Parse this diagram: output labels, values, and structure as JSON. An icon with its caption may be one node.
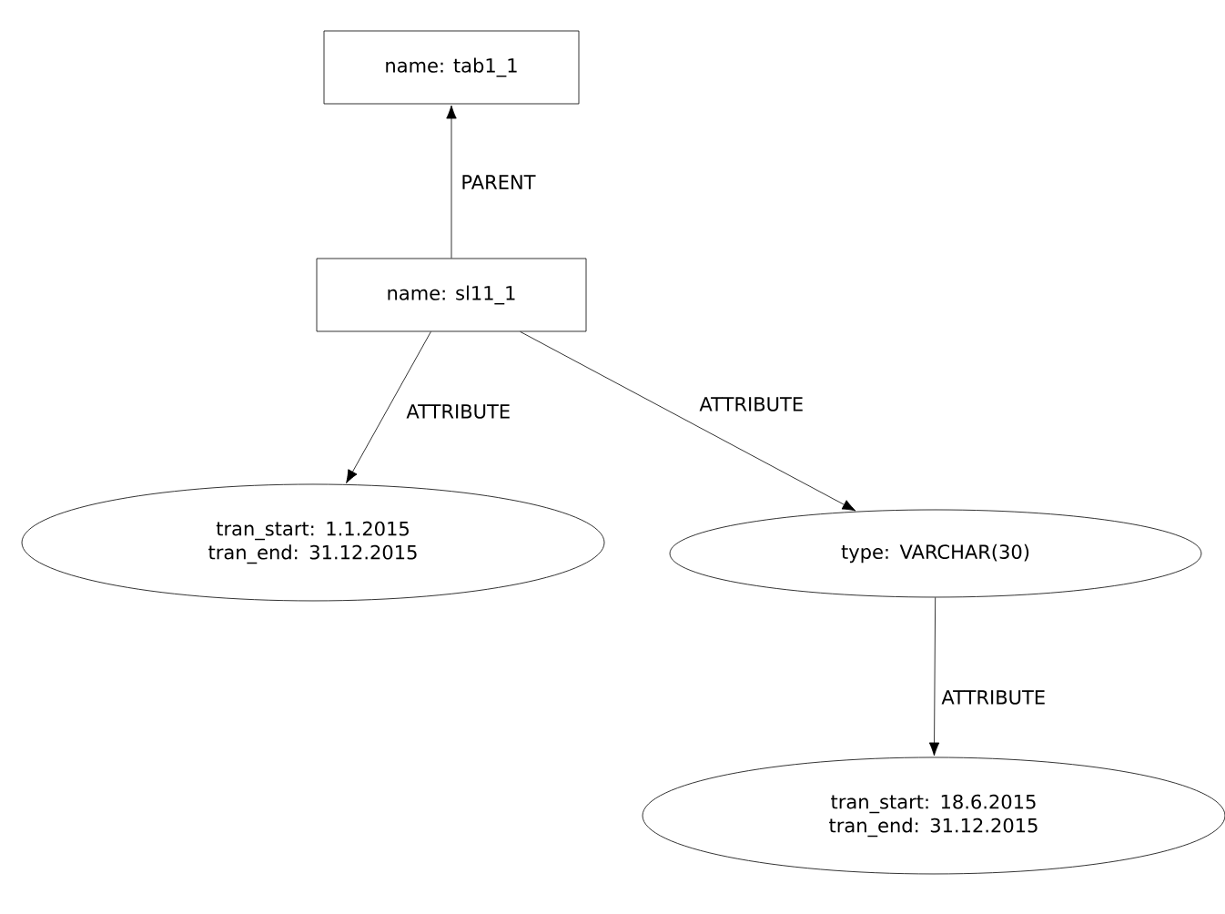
{
  "diagram": {
    "nodes": [
      {
        "text": [
          "name: tab1_1"
        ]
      },
      {
        "text": [
          "name: sl11_1"
        ]
      },
      {
        "text": [
          "tran_start: 1.1.2015 tran_end: 31.12.2015"
        ]
      },
      {
        "text": [
          "type: VARCHAR(30)"
        ]
      },
      {
        "text": [
          "tran_start: 18.6.2015 tran_end: 31.12.2015"
        ]
      }
    ],
    "edges": [
      {
        "from": 1,
        "to": 0,
        "arrow": "to",
        "label": "PARENT"
      },
      {
        "from": 1,
        "to": 2,
        "arrow": "to",
        "label": "ATTRIBUTE"
      },
      {
        "from": 1,
        "to": 3,
        "arrow": "to",
        "label": "ATTRIBUTE"
      },
      {
        "from": 3,
        "to": 4,
        "arrow": "to",
        "label": "ATTRIBUTE"
      }
    ]
  }
}
